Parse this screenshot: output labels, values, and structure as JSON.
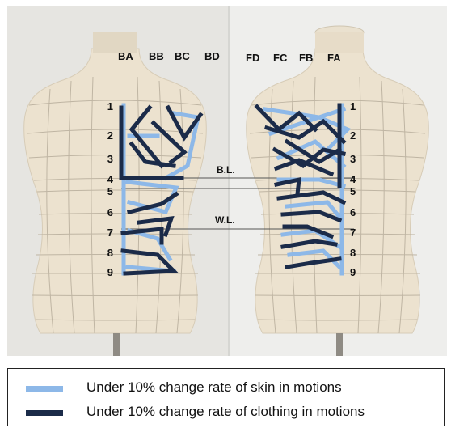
{
  "back_columns": [
    "BA",
    "BB",
    "BC",
    "BD"
  ],
  "front_columns": [
    "FD",
    "FC",
    "FB",
    "FA"
  ],
  "rows": [
    "1",
    "2",
    "3",
    "4",
    "5",
    "6",
    "7",
    "8",
    "9"
  ],
  "lines": {
    "bust": "B.L.",
    "waist": "W.L."
  },
  "legend": [
    {
      "label": "Under 10% change rate of skin in motions",
      "color": "#8db8e8"
    },
    {
      "label": "Under 10% change rate of clothing in motions",
      "color": "#1b2b49"
    }
  ],
  "colors": {
    "skin": "#8db8e8",
    "clothing": "#1b2b49",
    "photo_bg": "#e6e5e1",
    "form": "#ece2cf"
  }
}
